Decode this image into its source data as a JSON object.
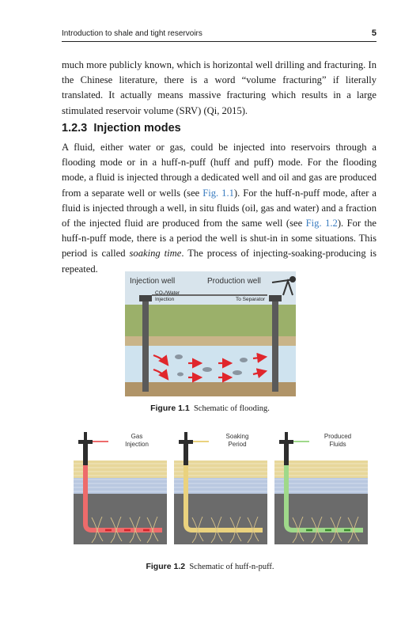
{
  "header": {
    "running_title": "Introduction to shale and tight reservoirs",
    "page_number": "5"
  },
  "paragraph1": "much more publicly known, which is horizontal well drilling and fracturing. In the Chinese literature, there is a word “volume fracturing” if literally translated. It actually means massive fracturing which results in a large stimulated reservoir volume (SRV) (Qi, 2015).",
  "section": {
    "number": "1.2.3",
    "title": "Injection modes"
  },
  "paragraph2": {
    "s1": "A fluid, either water or gas, could be injected into reservoirs through a flooding mode or in a huff-n-puff (huff and puff) mode. For the flooding mode, a fluid is injected through a dedicated well and oil and gas are produced from a separate well or wells (see ",
    "ref1": "Fig. 1.1",
    "s2": "). For the huff-n-puff mode, after a fluid is injected through a well, in situ fluids (oil, gas and water) and a fraction of the injected fluid are produced from the same well (see ",
    "ref2": "Fig. 1.2",
    "s3": "). For the huff-n-puff mode, there is a period the well is shut-in in some situations. This period is called ",
    "term": "soaking time",
    "s4": ". The process of injecting-soaking-producing is repeated."
  },
  "figure1": {
    "label": "Figure 1.1",
    "caption": "Schematic of flooding.",
    "injection_well": "Injection well",
    "production_well": "Production well",
    "co2_water": "CO₂/Water",
    "injection": "Injection",
    "to_separator": "To Separator"
  },
  "figure2": {
    "label": "Figure 1.2",
    "caption": "Schematic of huff-n-puff.",
    "panel1_line1": "Gas",
    "panel1_line2": "Injection",
    "panel1_color": "#ee6b6b",
    "panel2_line1": "Soaking",
    "panel2_line2": "Period",
    "panel2_color": "#ead27e",
    "panel3_line1": "Produced",
    "panel3_line2": "Fluids",
    "panel3_color": "#9fd98a"
  },
  "colors": {
    "link": "#3a7cc0",
    "flow_arrow": "#e0262c",
    "reservoir": "#cfe3ef"
  }
}
